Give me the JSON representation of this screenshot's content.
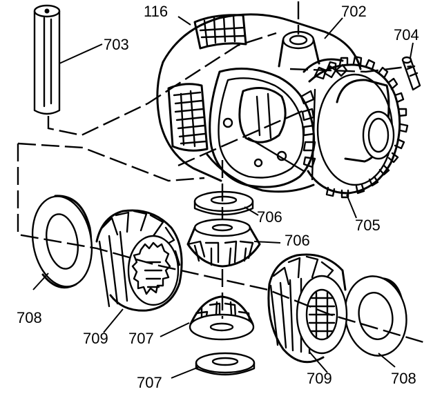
{
  "diagram": {
    "callouts": [
      {
        "id": "c116",
        "text": "116"
      },
      {
        "id": "c702",
        "text": "702"
      },
      {
        "id": "c703",
        "text": "703"
      },
      {
        "id": "c704",
        "text": "704"
      },
      {
        "id": "c705",
        "text": "705"
      },
      {
        "id": "c706a",
        "text": "706"
      },
      {
        "id": "c706b",
        "text": "706"
      },
      {
        "id": "c707a",
        "text": "707"
      },
      {
        "id": "c707b",
        "text": "707"
      },
      {
        "id": "c708a",
        "text": "708"
      },
      {
        "id": "c708b",
        "text": "708"
      },
      {
        "id": "c709a",
        "text": "709"
      },
      {
        "id": "c709b",
        "text": "709"
      }
    ]
  }
}
